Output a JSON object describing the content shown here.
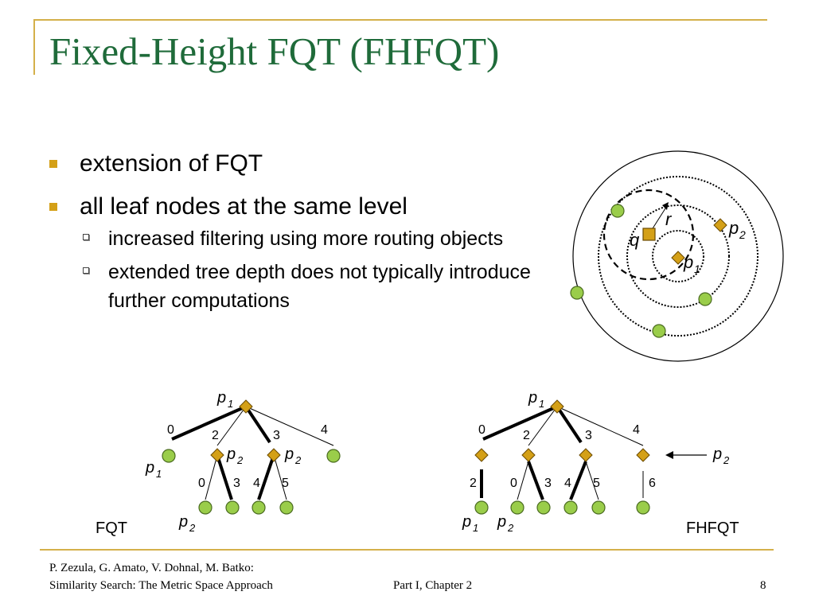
{
  "slide": {
    "title": "Fixed-Height FQT (FHFQT)",
    "accent_color": "#d4b04a",
    "title_color": "#1f6b3a",
    "bullets": [
      {
        "text": "extension of FQT",
        "subitems": []
      },
      {
        "text": "all leaf nodes at the same level",
        "subitems": [
          "increased filtering using more routing objects",
          "extended tree depth does not typically introduce further computations"
        ]
      }
    ]
  },
  "diagram": {
    "circle_labels": {
      "r": "r",
      "q": "q",
      "p2": "p",
      "p2_sub": "2",
      "p1": "p",
      "p1_sub": "1"
    },
    "fqt": {
      "caption": "FQT",
      "root_label": "p",
      "root_sub": "1",
      "edge_labels": [
        "0",
        "2",
        "3",
        "4"
      ],
      "leaf_label": "p",
      "leaf_sub": "1",
      "inner_labels": [
        {
          "t": "p",
          "s": "2"
        },
        {
          "t": "p",
          "s": "2"
        }
      ],
      "sub_edge_labels": [
        "0",
        "3",
        "4",
        "5"
      ],
      "bottom_label": "p",
      "bottom_sub": "2"
    },
    "fhfqt": {
      "caption": "FHFQT",
      "root_label": "p",
      "root_sub": "1",
      "edge_labels": [
        "0",
        "2",
        "3",
        "4"
      ],
      "sub_edge_labels": [
        "2",
        "0",
        "3",
        "4",
        "5",
        "6"
      ],
      "arrow_label": "p",
      "arrow_sub": "2",
      "bottom_labels": [
        {
          "t": "p",
          "s": "1"
        },
        {
          "t": "p",
          "s": "2"
        }
      ]
    }
  },
  "footer": {
    "authors": "P. Zezula, G. Amato, V. Dohnal, M. Batko:",
    "book": "Similarity Search: The Metric Space Approach",
    "chapter": "Part I, Chapter 2",
    "page": "8"
  }
}
